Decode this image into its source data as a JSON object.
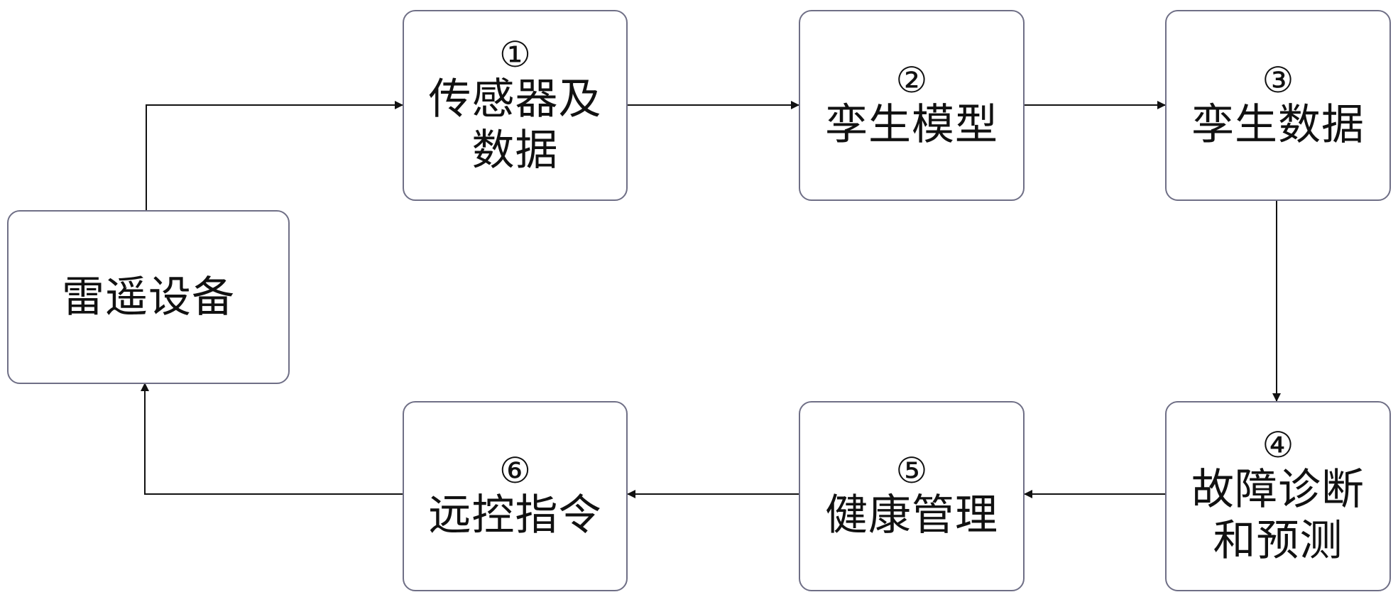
{
  "nodes": {
    "radar": {
      "label": "雷遥设备"
    },
    "sensors": {
      "num": "①",
      "label": "传感器及\n数据"
    },
    "twin_model": {
      "num": "②",
      "label": "孪生模型"
    },
    "twin_data": {
      "num": "③",
      "label": "孪生数据"
    },
    "fault": {
      "num": "④",
      "label": "故障诊断\n和预测"
    },
    "health": {
      "num": "⑤",
      "label": "健康管理"
    },
    "remote": {
      "num": "⑥",
      "label": "远控指令"
    }
  },
  "edges": [
    {
      "from": "radar",
      "to": "sensors"
    },
    {
      "from": "sensors",
      "to": "twin_model"
    },
    {
      "from": "twin_model",
      "to": "twin_data"
    },
    {
      "from": "twin_data",
      "to": "fault"
    },
    {
      "from": "fault",
      "to": "health"
    },
    {
      "from": "health",
      "to": "remote"
    },
    {
      "from": "remote",
      "to": "radar"
    }
  ],
  "colors": {
    "border": "#6f6f86",
    "arrow": "#111111",
    "text": "#111111"
  }
}
